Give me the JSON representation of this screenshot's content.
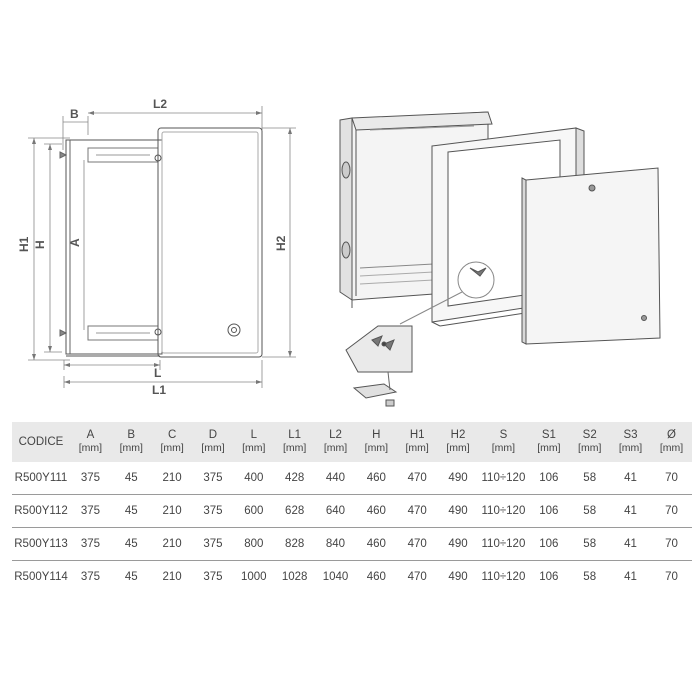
{
  "drawing": {
    "dimension_labels": {
      "B": "B",
      "L2": "L2",
      "H1": "H1",
      "H": "H",
      "A": "A",
      "H2": "H2",
      "L": "L",
      "L1": "L1"
    }
  },
  "table": {
    "headers": [
      {
        "label": "CODICE",
        "unit": ""
      },
      {
        "label": "A",
        "unit": "[mm]"
      },
      {
        "label": "B",
        "unit": "[mm]"
      },
      {
        "label": "C",
        "unit": "[mm]"
      },
      {
        "label": "D",
        "unit": "[mm]"
      },
      {
        "label": "L",
        "unit": "[mm]"
      },
      {
        "label": "L1",
        "unit": "[mm]"
      },
      {
        "label": "L2",
        "unit": "[mm]"
      },
      {
        "label": "H",
        "unit": "[mm]"
      },
      {
        "label": "H1",
        "unit": "[mm]"
      },
      {
        "label": "H2",
        "unit": "[mm]"
      },
      {
        "label": "S",
        "unit": "[mm]"
      },
      {
        "label": "S1",
        "unit": "[mm]"
      },
      {
        "label": "S2",
        "unit": "[mm]"
      },
      {
        "label": "S3",
        "unit": "[mm]"
      },
      {
        "label": "Ø",
        "unit": "[mm]"
      }
    ],
    "rows": [
      [
        "R500Y111",
        "375",
        "45",
        "210",
        "375",
        "400",
        "428",
        "440",
        "460",
        "470",
        "490",
        "110÷120",
        "106",
        "58",
        "41",
        "70"
      ],
      [
        "R500Y112",
        "375",
        "45",
        "210",
        "375",
        "600",
        "628",
        "640",
        "460",
        "470",
        "490",
        "110÷120",
        "106",
        "58",
        "41",
        "70"
      ],
      [
        "R500Y113",
        "375",
        "45",
        "210",
        "375",
        "800",
        "828",
        "840",
        "460",
        "470",
        "490",
        "110÷120",
        "106",
        "58",
        "41",
        "70"
      ],
      [
        "R500Y114",
        "375",
        "45",
        "210",
        "375",
        "1000",
        "1028",
        "1040",
        "460",
        "470",
        "490",
        "110÷120",
        "106",
        "58",
        "41",
        "70"
      ]
    ]
  }
}
